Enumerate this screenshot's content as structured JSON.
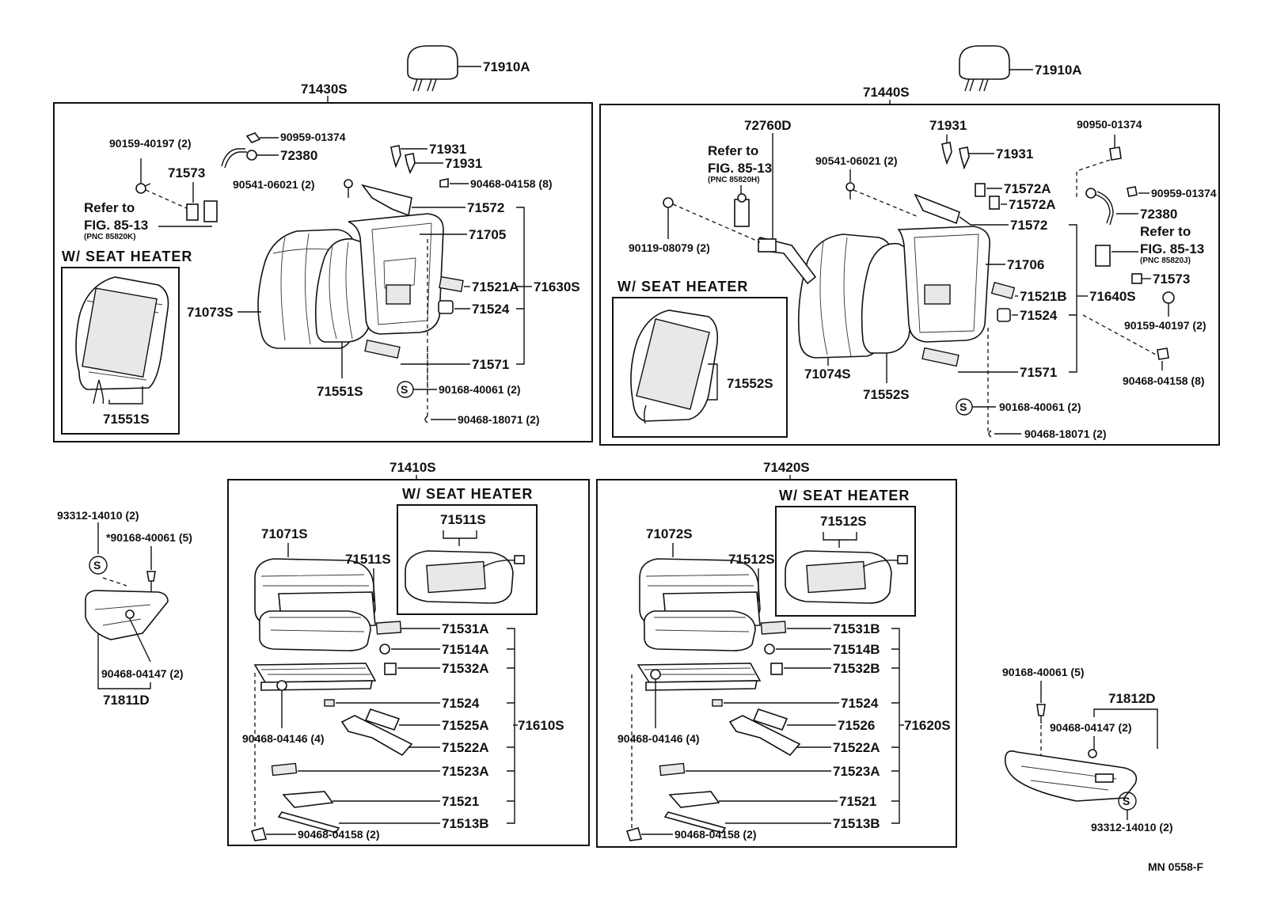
{
  "drawing_code": "MN 0558-F",
  "assemblies": {
    "rh_back": "71430S",
    "lh_back": "71440S",
    "rh_cushion": "71410S",
    "lh_cushion": "71420S"
  },
  "headrest": "71910A",
  "heater_label": "W/ SEAT HEATER",
  "refer": {
    "line1": "Refer to",
    "line2": "FIG. 85-13",
    "pnc_rh": "(PNC 85820K)",
    "pnc_lh": "(PNC 85820J)",
    "pnc_center": "(PNC 85820H)"
  },
  "rh_back_parts": {
    "p90159": "90159-40197 (2)",
    "p90959": "90959-01374",
    "p72380": "72380",
    "p71573": "71573",
    "p71931a": "71931",
    "p71931b": "71931",
    "p90541": "90541-06021 (2)",
    "p90468_8": "90468-04158 (8)",
    "p71572": "71572",
    "p71705": "71705",
    "p71521A": "71521A",
    "p71630S": "71630S",
    "p71524": "71524",
    "p71073S": "71073S",
    "p71571": "71571",
    "p71551S": "71551S",
    "p71551S_heater": "71551S",
    "p90168": "90168-40061 (2)",
    "p90468_18": "90468-18071 (2)"
  },
  "lh_back_parts": {
    "p72760D": "72760D",
    "p71931a": "71931",
    "p71931b": "71931",
    "p90950": "90950-01374",
    "p90541": "90541-06021 (2)",
    "p71572Aa": "71572A",
    "p71572Ab": "71572A",
    "p90959": "90959-01374",
    "p71572": "71572",
    "p72380": "72380",
    "p90119": "90119-08079 (2)",
    "p71706": "71706",
    "p71573": "71573",
    "p71521B": "71521B",
    "p71640S": "71640S",
    "p71524": "71524",
    "p90159": "90159-40197 (2)",
    "p71552S_heater": "71552S",
    "p71074S": "71074S",
    "p71552S": "71552S",
    "p71571": "71571",
    "p90468_8": "90468-04158 (8)",
    "p90168": "90168-40061 (2)",
    "p90468_18": "90468-18071 (2)"
  },
  "rh_cushion_parts": {
    "p71071S": "71071S",
    "p71511S": "71511S",
    "p71511S_heater": "71511S",
    "p71531A": "71531A",
    "p71514A": "71514A",
    "p71532A": "71532A",
    "p71524": "71524",
    "p71525A": "71525A",
    "p71610S": "71610S",
    "p71522A": "71522A",
    "p71523A": "71523A",
    "p71521": "71521",
    "p71513B": "71513B",
    "p90468_4146": "90468-04146 (4)",
    "p90468_4158": "90468-04158 (2)"
  },
  "lh_cushion_parts": {
    "p71072S": "71072S",
    "p71512S": "71512S",
    "p71512S_heater": "71512S",
    "p71531B": "71531B",
    "p71514B": "71514B",
    "p71532B": "71532B",
    "p71524": "71524",
    "p71526": "71526",
    "p71620S": "71620S",
    "p71522A": "71522A",
    "p71523A": "71523A",
    "p71521": "71521",
    "p71513B": "71513B",
    "p90468_4146": "90468-04146 (4)",
    "p90468_4158": "90468-04158 (2)"
  },
  "rh_shield": {
    "p93312": "93312-14010 (2)",
    "p90168": "*90168-40061 (5)",
    "p90468": "90468-04147 (2)",
    "p71811D": "71811D"
  },
  "lh_shield": {
    "p90168": "90168-40061 (5)",
    "p71812D": "71812D",
    "p90468": "90468-04147 (2)",
    "p93312": "93312-14010 (2)"
  }
}
